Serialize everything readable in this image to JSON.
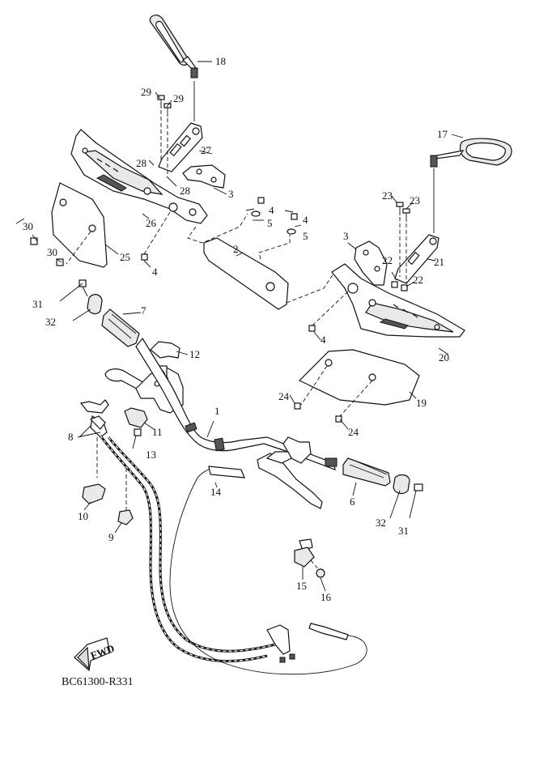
{
  "drawing_code": "BC61300-R331",
  "fwd_label": "FWD",
  "callouts": [
    "1",
    "2",
    "3",
    "3",
    "4",
    "4",
    "4",
    "4",
    "5",
    "5",
    "6",
    "7",
    "8",
    "9",
    "10",
    "11",
    "12",
    "13",
    "14",
    "15",
    "16",
    "17",
    "18",
    "19",
    "20",
    "21",
    "22",
    "22",
    "23",
    "23",
    "24",
    "24",
    "25",
    "26",
    "27",
    "28",
    "28",
    "29",
    "29",
    "30",
    "30",
    "31",
    "31",
    "32",
    "32"
  ]
}
